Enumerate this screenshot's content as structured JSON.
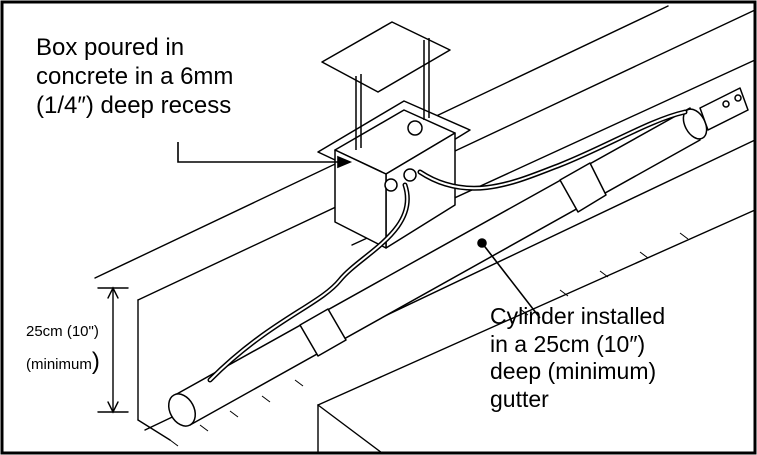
{
  "labels": {
    "box": {
      "lines": [
        "Box poured in",
        "concrete in a 6mm",
        "(1/4″) deep recess"
      ]
    },
    "cylinder": {
      "lines": [
        "Cylinder installed",
        "in a 25cm (10″)",
        "deep (minimum)",
        "gutter"
      ]
    },
    "depth": {
      "line1": "25cm (10\")",
      "line2": "(minimum",
      "line2_paren": ")"
    }
  },
  "colors": {
    "stroke": "#000000",
    "background": "#ffffff"
  }
}
